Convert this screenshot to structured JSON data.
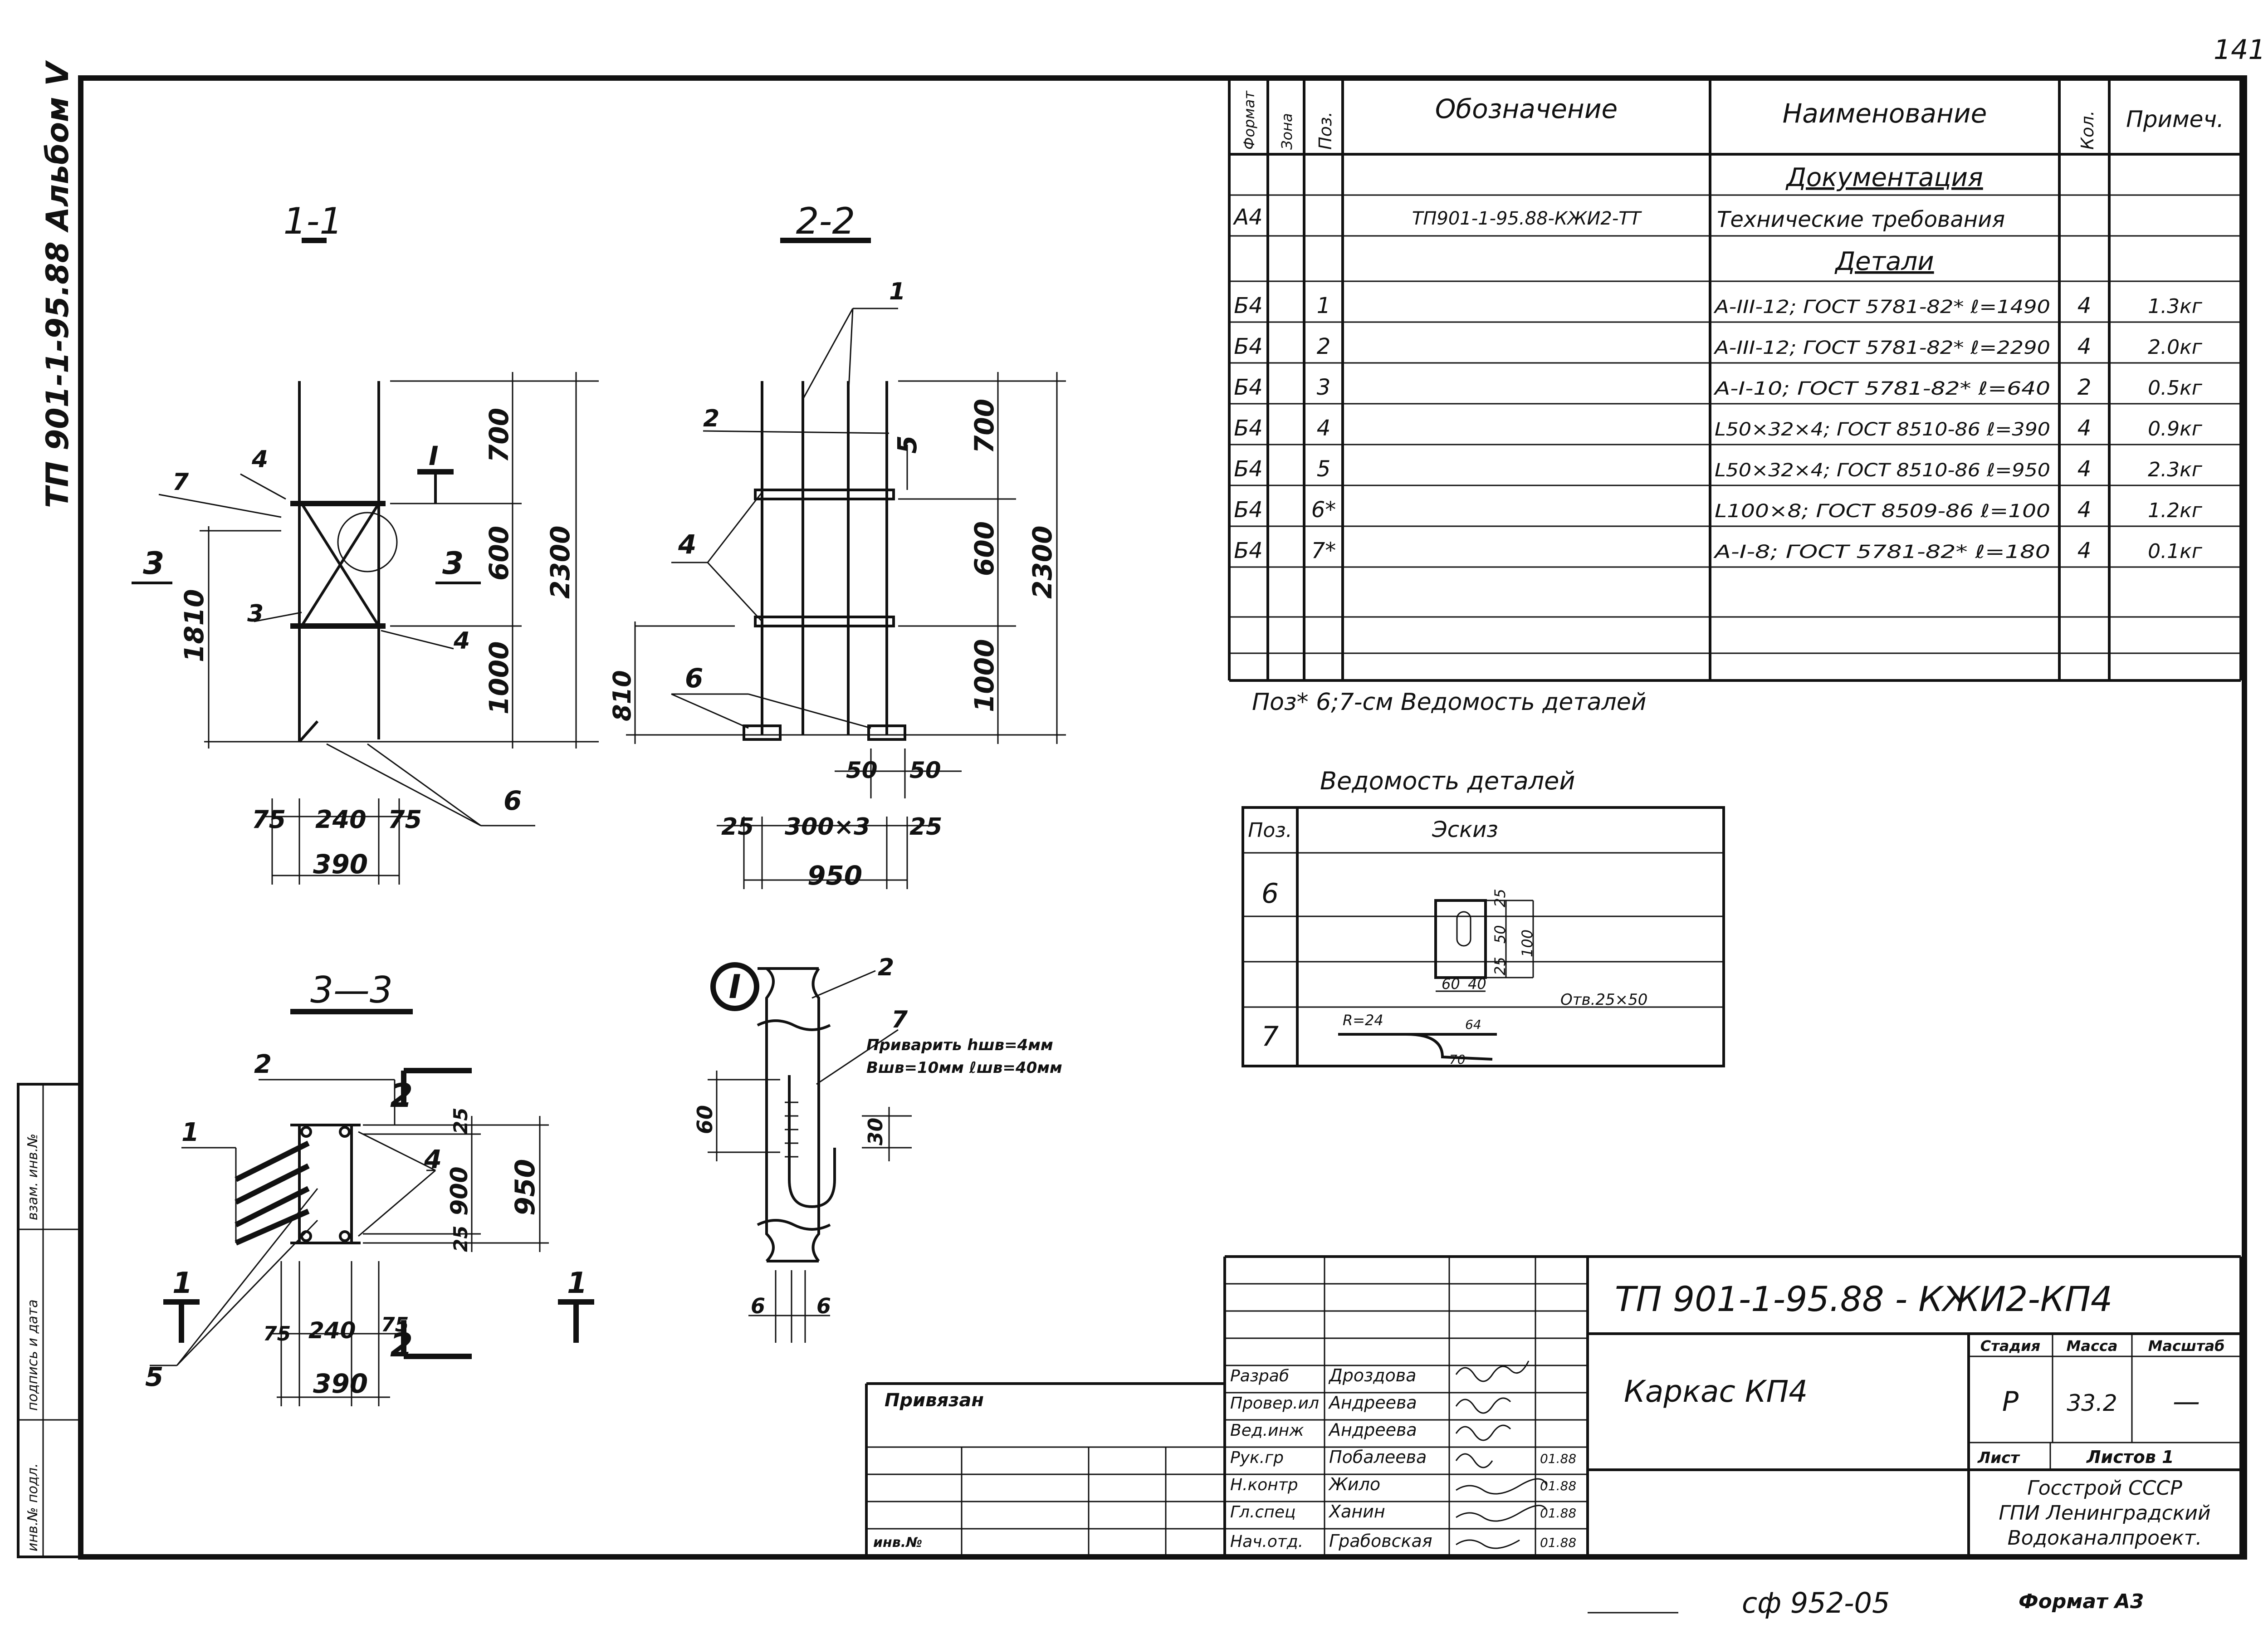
{
  "corner_mark": "141",
  "album_label": "ТП 901-1-95.88 Альбом V",
  "side_stamp": {
    "col1": "инв.№ подл.",
    "col2": "подпись и дата",
    "col3": "взам. инв.№"
  },
  "spec": {
    "headers": {
      "format": "Формат",
      "zone": "Зона",
      "pos": "Поз.",
      "designation": "Обозначение",
      "name": "Наименование",
      "qty": "Кол.",
      "note": "Примеч."
    },
    "section_docs": "Документация",
    "doc_row": {
      "format": "А4",
      "designation": "ТП901-1-95.88-КЖИ2-ТТ",
      "name": "Технические требования"
    },
    "section_details": "Детали",
    "rows": [
      {
        "format": "Б4",
        "pos": "1",
        "name": "А-III-12; ГОСТ 5781-82* ℓ=1490",
        "qty": "4",
        "note": "1.3кг"
      },
      {
        "format": "Б4",
        "pos": "2",
        "name": "А-III-12; ГОСТ 5781-82* ℓ=2290",
        "qty": "4",
        "note": "2.0кг"
      },
      {
        "format": "Б4",
        "pos": "3",
        "name": "А-I-10; ГОСТ 5781-82* ℓ=640",
        "qty": "2",
        "note": "0.5кг"
      },
      {
        "format": "Б4",
        "pos": "4",
        "name": "L50×32×4; ГОСТ 8510-86 ℓ=390",
        "qty": "4",
        "note": "0.9кг"
      },
      {
        "format": "Б4",
        "pos": "5",
        "name": "L50×32×4; ГОСТ 8510-86 ℓ=950",
        "qty": "4",
        "note": "2.3кг"
      },
      {
        "format": "Б4",
        "pos": "6*",
        "name": "L100×8; ГОСТ 8509-86 ℓ=100",
        "qty": "4",
        "note": "1.2кг"
      },
      {
        "format": "Б4",
        "pos": "7*",
        "name": "А-I-8; ГОСТ 5781-82* ℓ=180",
        "qty": "4",
        "note": "0.1кг"
      }
    ],
    "footnote": "Поз* 6;7-см Ведомость деталей"
  },
  "details_table": {
    "title": "Ведомость деталей",
    "col_pos": "Поз.",
    "col_sketch": "Эскиз",
    "rows": [
      {
        "pos": "6",
        "dims": [
          "25",
          "50",
          "100",
          "25",
          "60",
          "40",
          "Отв.25×50"
        ]
      },
      {
        "pos": "7",
        "dims": [
          "R=24",
          "64",
          "70"
        ]
      }
    ]
  },
  "sections": {
    "s11": {
      "title": "1-1",
      "dims": {
        "top": "700",
        "mid": "600",
        "bot": "1000",
        "total": "2300",
        "left": "1810",
        "w1": "75",
        "w2": "240",
        "w3": "75",
        "wt": "390"
      },
      "callouts": {
        "p7": "7",
        "p4a": "4",
        "p3": "3",
        "p4b": "4",
        "p6": "6",
        "mark3a": "3",
        "mark3b": "3",
        "markI": "I"
      }
    },
    "s22": {
      "title": "2-2",
      "dims": {
        "top": "700",
        "mid": "600",
        "bot": "1000",
        "total": "2300",
        "left": "810",
        "w1": "25",
        "w2": "300×3",
        "w3": "25",
        "wt": "950",
        "a": "50",
        "b": "50"
      },
      "callouts": {
        "p1": "1",
        "p2": "2",
        "p4": "4",
        "p5": "5",
        "p6": "6"
      }
    },
    "s33": {
      "title": "3—3",
      "dims": {
        "d1": "25",
        "d2": "900",
        "d3": "25",
        "dt": "950",
        "w1": "75",
        "w2": "240",
        "w3": "75",
        "wt": "390"
      },
      "callouts": {
        "p2": "2",
        "p1": "1",
        "p4": "4",
        "p5": "5",
        "cut2a": "2",
        "cut2b": "2",
        "cut1a": "1",
        "cut1b": "1"
      }
    },
    "nodeI": {
      "mark": "I",
      "p2": "2",
      "p7": "7",
      "weld_note_1": "Приварить hшв=4мм",
      "weld_note_2": "Вшв=10мм  ℓшв=40мм",
      "d60": "60",
      "d30": "30",
      "d6a": "6",
      "d6b": "6"
    }
  },
  "tie_block": {
    "label": "Привязан",
    "inv": "инв.№"
  },
  "title_block": {
    "code": "ТП 901-1-95.88 - КЖИ2-КП4",
    "name": "Каркас КП4",
    "stage_h": "Стадия",
    "mass_h": "Масса",
    "scale_h": "Масштаб",
    "stage": "Р",
    "mass": "33.2",
    "scale": "—",
    "sheet_h": "Лист",
    "sheets_h": "Листов 1",
    "org1": "Госстрой СССР",
    "org2": "ГПИ Ленинградский",
    "org3": "Водоканалпроект.",
    "roles": [
      {
        "role": "Разраб",
        "name": "Дроздова",
        "date": ""
      },
      {
        "role": "Провер.ил",
        "name": "Андреева",
        "date": ""
      },
      {
        "role": "Вед.инж",
        "name": "Андреева",
        "date": ""
      },
      {
        "role": "Рук.гр",
        "name": "Побалеева",
        "date": "01.88"
      },
      {
        "role": "Н.контр",
        "name": "Жило",
        "date": "01.88"
      },
      {
        "role": "Гл.спец",
        "name": "Ханин",
        "date": "01.88"
      },
      {
        "role": "Нач.отд.",
        "name": "Грабовская",
        "date": "01.88"
      }
    ]
  },
  "bottom": {
    "order": "сф 952-05",
    "format": "Формат А3"
  }
}
